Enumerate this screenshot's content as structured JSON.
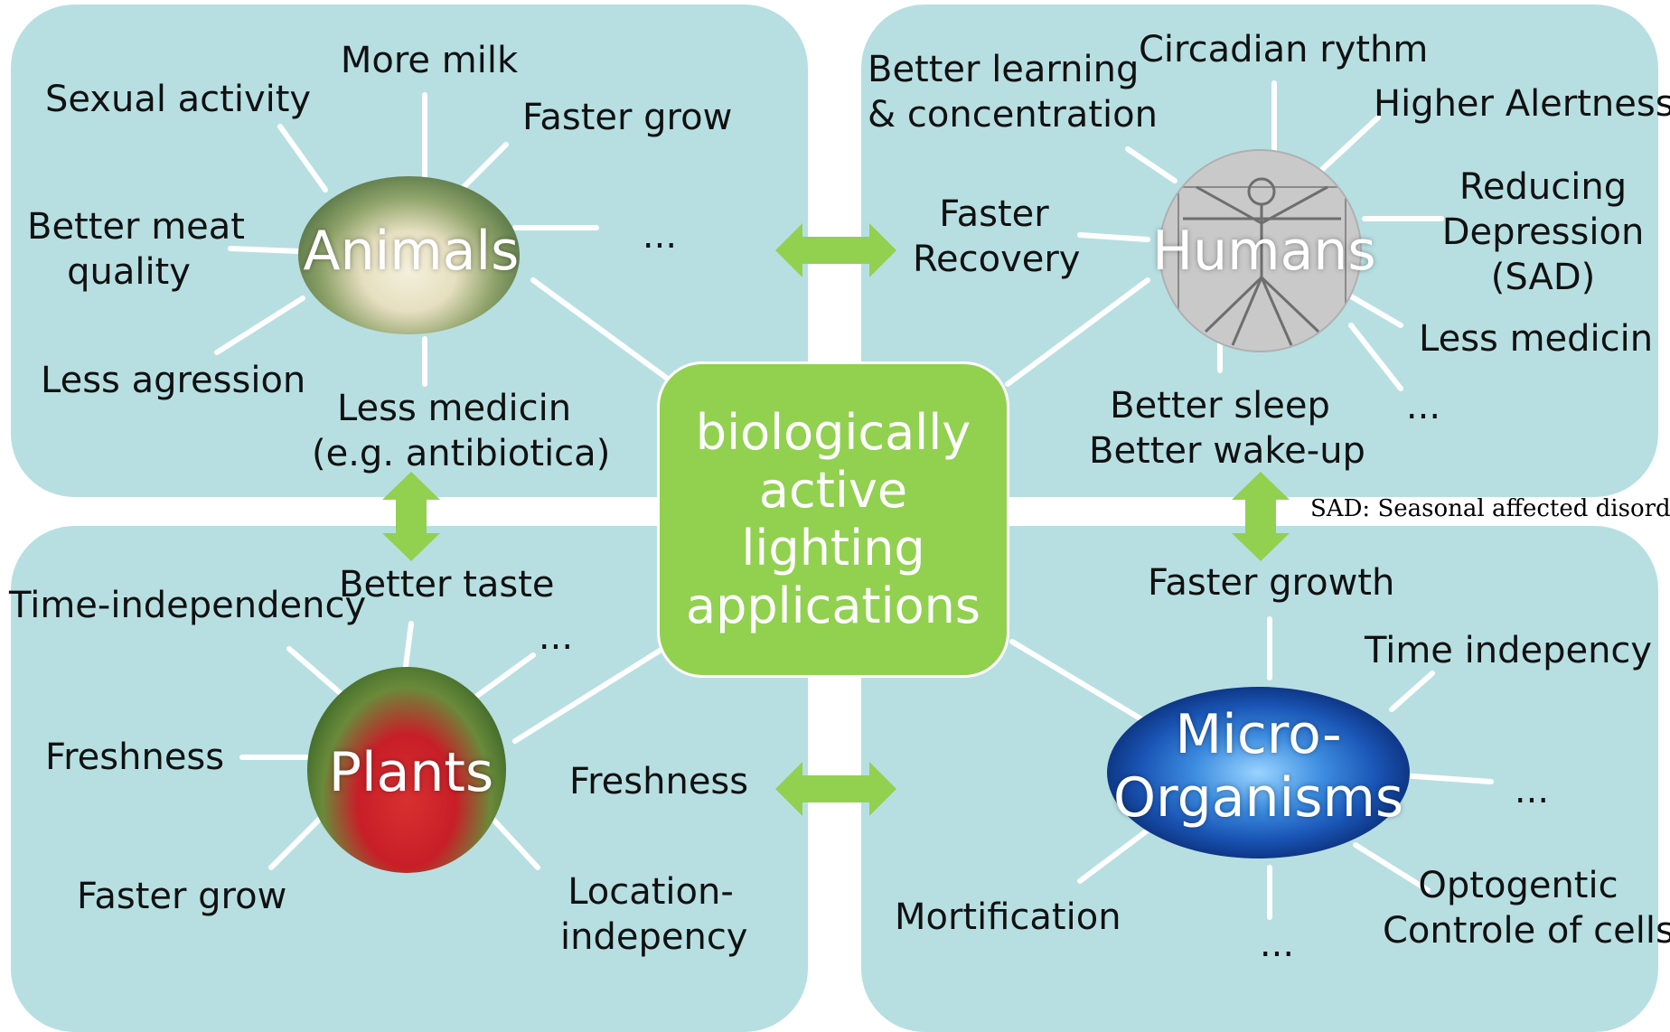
{
  "center": {
    "lines": [
      "biologically",
      "active",
      "lighting",
      "applications"
    ]
  },
  "quadrants": {
    "animals": {
      "title": "Animals",
      "labels": {
        "more_milk": "More milk",
        "sexual_activity": "Sexual activity",
        "faster_grow": "Faster grow",
        "better_meat": [
          "Better meat",
          "quality"
        ],
        "ellipsis": "...",
        "less_agression": "Less agression",
        "less_medicin": [
          "Less medicin",
          "(e.g. antibiotica)"
        ]
      }
    },
    "humans": {
      "title": "Humans",
      "labels": {
        "better_learning": [
          "Better learning",
          "& concentration"
        ],
        "circadian": "Circadian rythm",
        "higher_alertness": "Higher Alertness",
        "reducing_depression": [
          "Reducing",
          "Depression",
          "(SAD)"
        ],
        "faster_recovery": [
          "Faster",
          "Recovery"
        ],
        "less_medicin": "Less medicin",
        "ellipsis": "...",
        "better_sleep": [
          "Better sleep",
          "Better wake-up"
        ]
      }
    },
    "plants": {
      "title": "Plants",
      "labels": {
        "time_independency": "Time-independency",
        "better_taste": "Better taste",
        "ellipsis": "...",
        "freshness_left": "Freshness",
        "freshness_right": "Freshness",
        "faster_grow": "Faster grow",
        "location": [
          "Location-",
          "indepency"
        ]
      }
    },
    "micro": {
      "title": [
        "Micro-",
        "Organisms"
      ],
      "labels": {
        "faster_growth": "Faster growth",
        "time_indepency": "Time indepency",
        "ellipsis_right": "...",
        "optogentic": [
          "Optogentic",
          "Controle of cells"
        ],
        "mortification": "Mortification",
        "ellipsis_bottom": "..."
      }
    }
  },
  "footnote": "SAD: Seasonal affected disorder",
  "colors": {
    "panel": "#b7dfe2",
    "center": "#92d050",
    "arrow": "#92d050",
    "line": "#ffffff"
  }
}
